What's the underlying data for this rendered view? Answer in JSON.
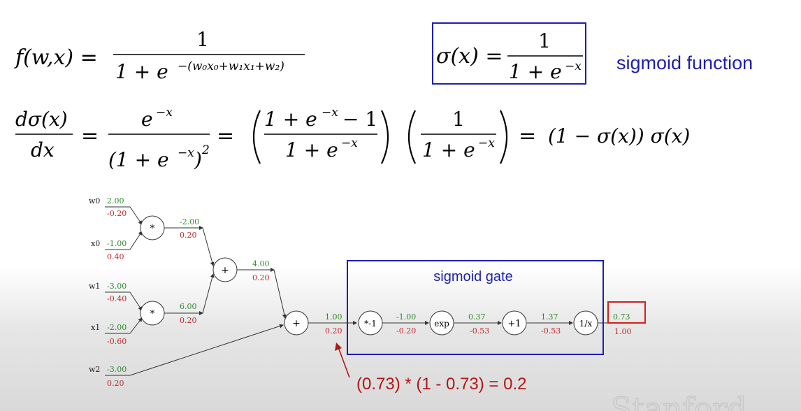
{
  "equations": {
    "f_lhs": "f(w,x) =",
    "f_num": "1",
    "f_den_base": "1 + e",
    "f_den_exp": "−(w₀x₀+w₁x₁+w₂)",
    "sigma_lhs": "σ(x) =",
    "sigma_num": "1",
    "sigma_den_base": "1 + e",
    "sigma_den_exp": "−x",
    "sigmoid_label": "sigmoid function",
    "deriv_num": "dσ(x)",
    "deriv_den": "dx",
    "eq": "=",
    "term1_num_base": "e",
    "term1_num_exp": "−x",
    "term1_den_base": "(1 + e",
    "term1_den_exp": "−x",
    "term1_den_close": ")",
    "term1_den_pow": "2",
    "term2_num_base": "1 + e",
    "term2_num_exp": "−x",
    "term2_num_tail": "− 1",
    "term2_den_base": "1 + e",
    "term2_den_exp": "−x",
    "term3_num": "1",
    "term3_den_base": "1 + e",
    "term3_den_exp": "−x",
    "result": "(1 − σ(x)) σ(x)"
  },
  "graph": {
    "inputs": [
      {
        "label": "w0",
        "value": "2.00",
        "grad": "-0.20"
      },
      {
        "label": "x0",
        "value": "-1.00",
        "grad": "0.40"
      },
      {
        "label": "w1",
        "value": "-3.00",
        "grad": "-0.40"
      },
      {
        "label": "x1",
        "value": "-2.00",
        "grad": "-0.60"
      },
      {
        "label": "w2",
        "value": "-3.00",
        "grad": "0.20"
      }
    ],
    "nodes": {
      "mul1": "*",
      "mul2": "*",
      "add1": "+",
      "add2": "+",
      "neg": "*-1",
      "exp": "exp",
      "plus1": "+1",
      "recip": "1/x"
    },
    "edges": {
      "mul1_out": {
        "value": "-2.00",
        "grad": "0.20"
      },
      "mul2_out": {
        "value": "6.00",
        "grad": "0.20"
      },
      "add1_out": {
        "value": "4.00",
        "grad": "0.20"
      },
      "add2_out": {
        "value": "1.00",
        "grad": "0.20"
      },
      "neg_out": {
        "value": "-1.00",
        "grad": "-0.20"
      },
      "exp_out": {
        "value": "0.37",
        "grad": "-0.53"
      },
      "plus1_out": {
        "value": "1.37",
        "grad": "-0.53"
      },
      "final_out": {
        "value": "0.73",
        "grad": "1.00"
      }
    },
    "gate_label": "sigmoid gate",
    "annotation": "(0.73) * (1 - 0.73) = 0.2"
  },
  "watermark": "Stanford",
  "colors": {
    "value": "#2e8b2e",
    "grad": "#c0282a",
    "blue": "#1e1eb4",
    "red_box": "#d21e1e",
    "annotation": "#b01818"
  }
}
